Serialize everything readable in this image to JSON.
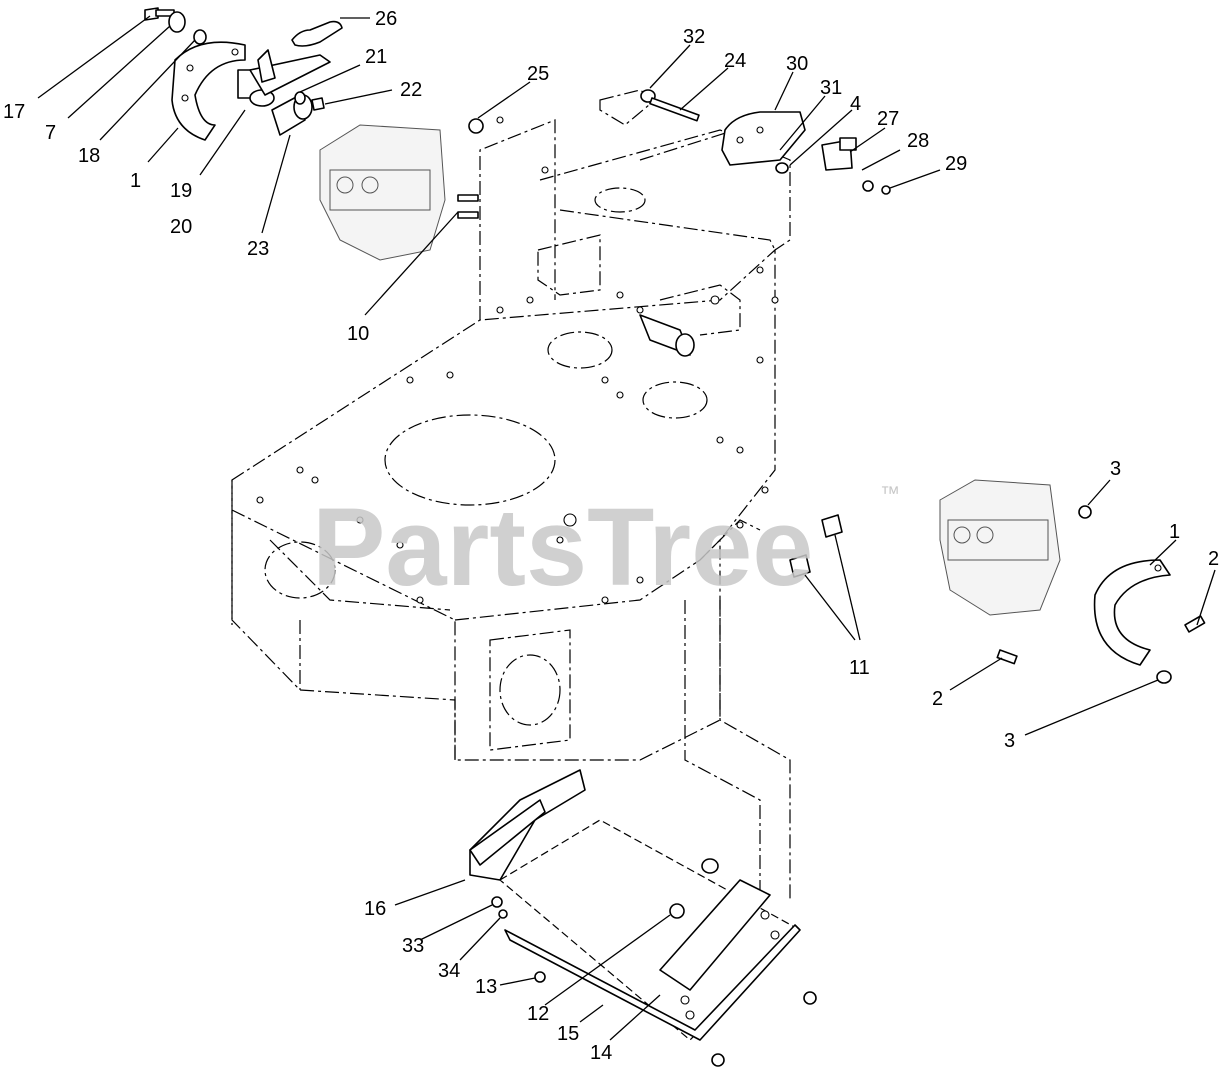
{
  "watermark": {
    "text": "PartsTree",
    "trademark": "™"
  },
  "callouts": [
    {
      "id": "c17",
      "label": "17"
    },
    {
      "id": "c7",
      "label": "7"
    },
    {
      "id": "c18",
      "label": "18"
    },
    {
      "id": "c1a",
      "label": "1"
    },
    {
      "id": "c19",
      "label": "19"
    },
    {
      "id": "c20",
      "label": "20"
    },
    {
      "id": "c23",
      "label": "23"
    },
    {
      "id": "c26",
      "label": "26"
    },
    {
      "id": "c21",
      "label": "21"
    },
    {
      "id": "c22",
      "label": "22"
    },
    {
      "id": "c25",
      "label": "25"
    },
    {
      "id": "c10",
      "label": "10"
    },
    {
      "id": "c32",
      "label": "32"
    },
    {
      "id": "c24",
      "label": "24"
    },
    {
      "id": "c30",
      "label": "30"
    },
    {
      "id": "c31",
      "label": "31"
    },
    {
      "id": "c4",
      "label": "4"
    },
    {
      "id": "c27",
      "label": "27"
    },
    {
      "id": "c28",
      "label": "28"
    },
    {
      "id": "c29",
      "label": "29"
    },
    {
      "id": "c3a",
      "label": "3"
    },
    {
      "id": "c1b",
      "label": "1"
    },
    {
      "id": "c2a",
      "label": "2"
    },
    {
      "id": "c11",
      "label": "11"
    },
    {
      "id": "c2b",
      "label": "2"
    },
    {
      "id": "c3b",
      "label": "3"
    },
    {
      "id": "c16",
      "label": "16"
    },
    {
      "id": "c33",
      "label": "33"
    },
    {
      "id": "c34",
      "label": "34"
    },
    {
      "id": "c13",
      "label": "13"
    },
    {
      "id": "c12",
      "label": "12"
    },
    {
      "id": "c15",
      "label": "15"
    },
    {
      "id": "c14",
      "label": "14"
    }
  ]
}
